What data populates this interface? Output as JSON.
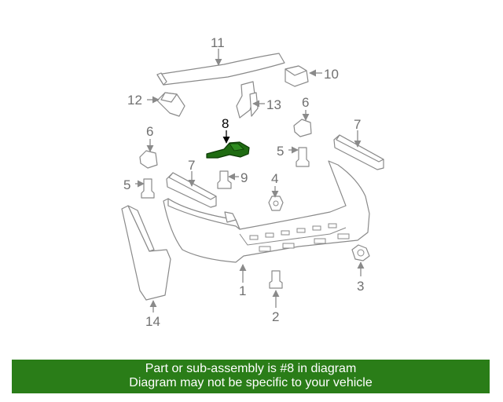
{
  "diagram": {
    "highlight_color": "#1f6b12",
    "callouts": {
      "c1": "1",
      "c2": "2",
      "c3": "3",
      "c4": "4",
      "c5a": "5",
      "c5b": "5",
      "c6a": "6",
      "c6b": "6",
      "c7a": "7",
      "c7b": "7",
      "c8": "8",
      "c9": "9",
      "c10": "10",
      "c11": "11",
      "c12": "12",
      "c13": "13",
      "c14": "14"
    }
  },
  "banner": {
    "color": "#2a7d18",
    "line1": "Part or sub-assembly is #8 in diagram",
    "line2": "Diagram may not be specific to your vehicle"
  }
}
